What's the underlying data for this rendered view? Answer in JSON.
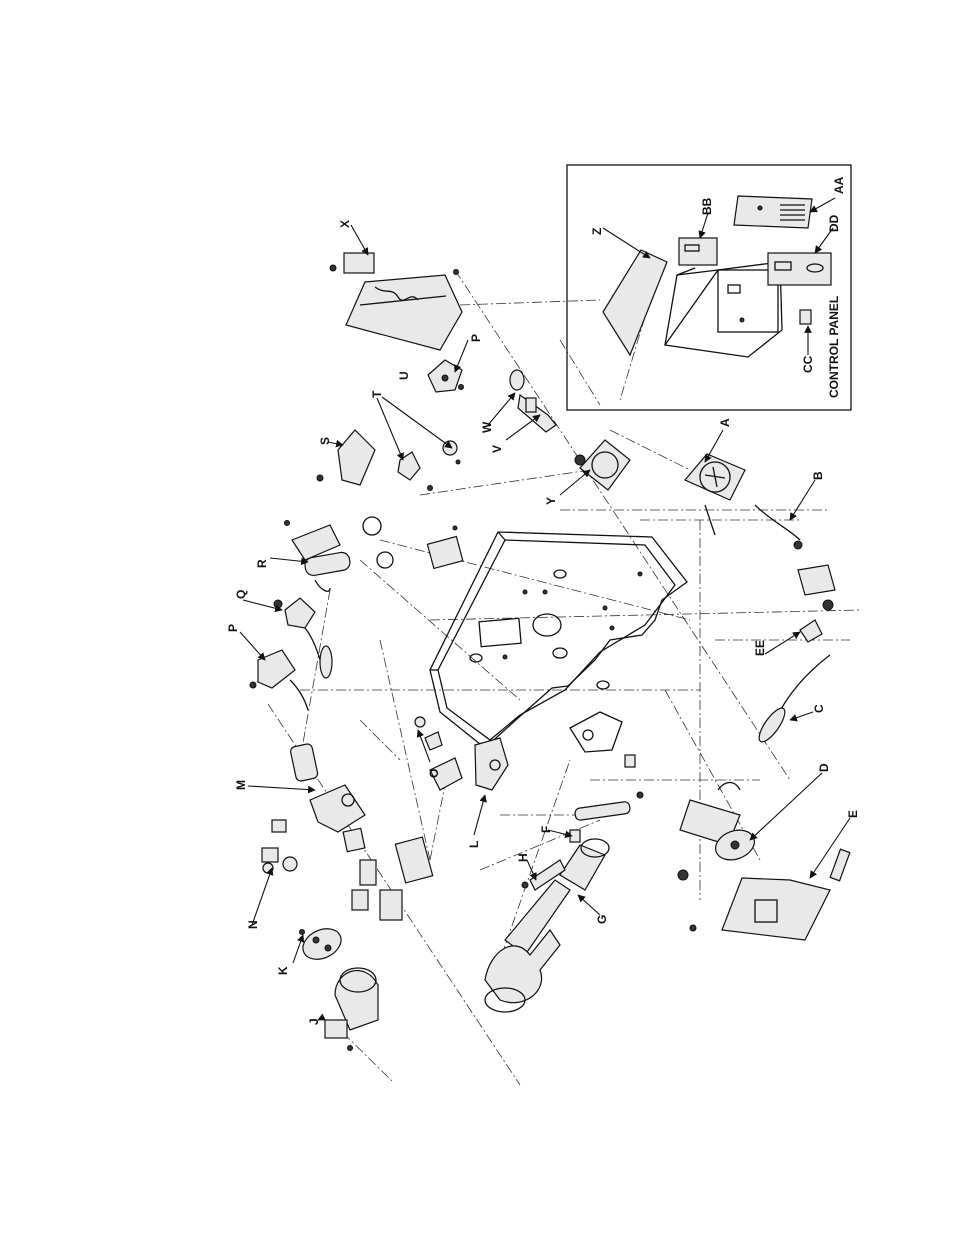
{
  "labels": {
    "A": "A",
    "B": "B",
    "C": "C",
    "D": "D",
    "E": "E",
    "F": "F",
    "G": "G",
    "H": "H",
    "J": "J",
    "K": "K",
    "L": "L",
    "M": "M",
    "N": "N",
    "O": "O",
    "P": "P",
    "P2": "P",
    "Q": "Q",
    "R": "R",
    "S": "S",
    "T": "T",
    "U": "U",
    "V": "V",
    "W": "W",
    "X": "X",
    "Y": "Y",
    "Z": "Z",
    "AA": "AA",
    "BB": "BB",
    "CC": "CC",
    "DD": "DD",
    "EE": "EE"
  },
  "inset": {
    "caption": "CONTROL PANEL"
  }
}
